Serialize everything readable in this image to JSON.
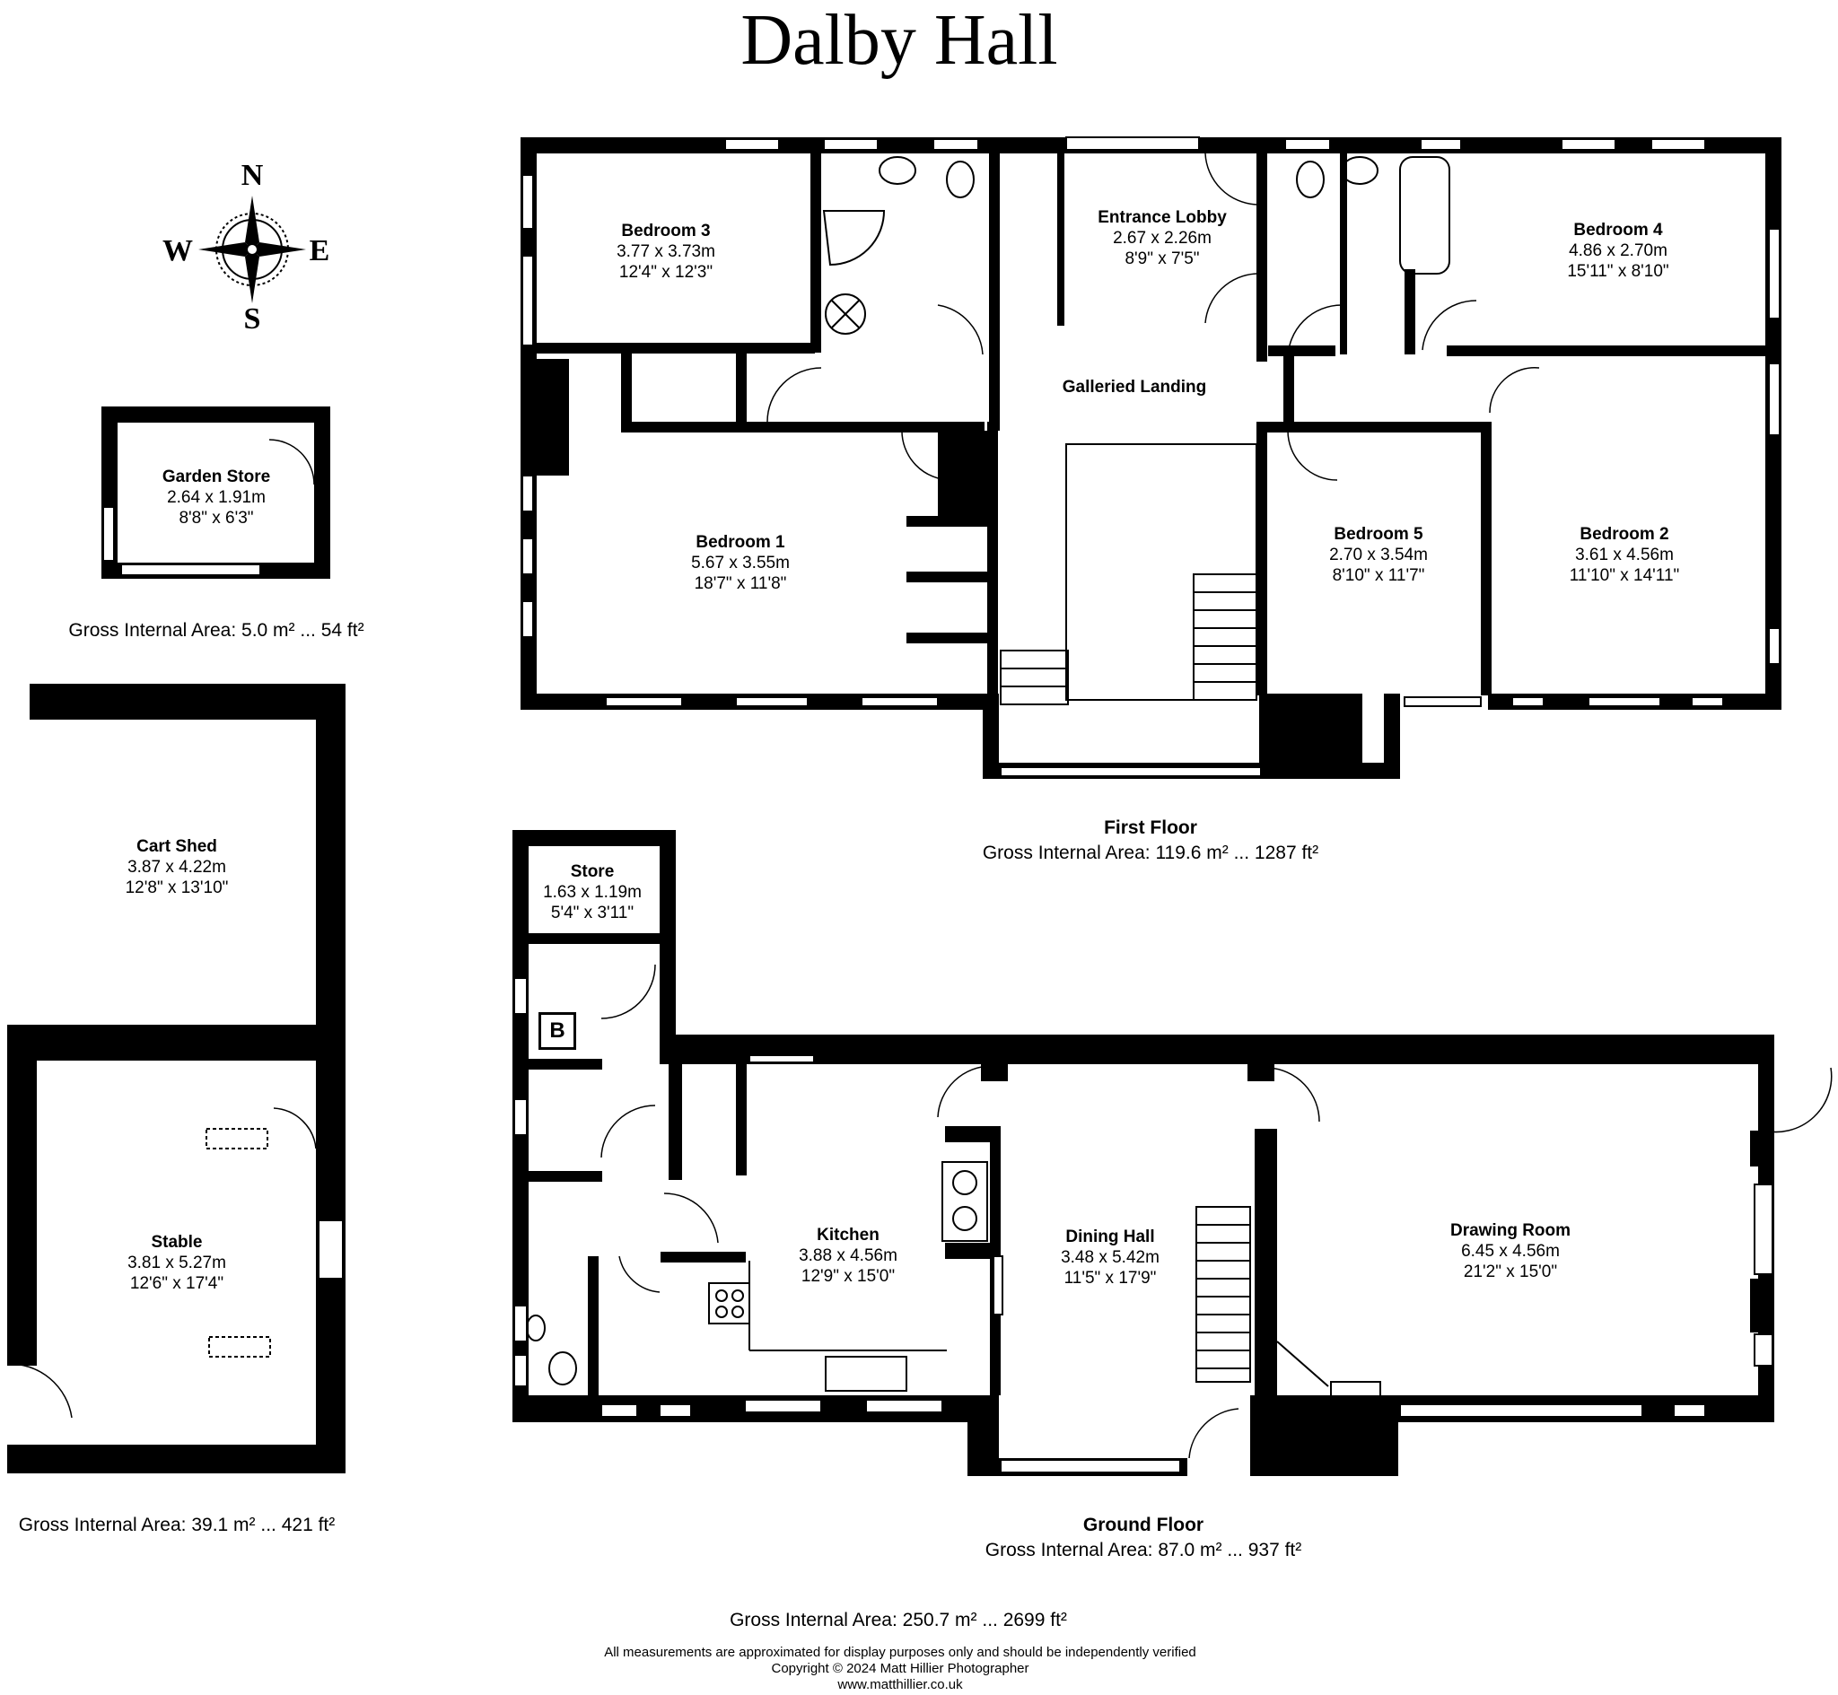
{
  "title": "Dalby Hall",
  "compass": {
    "n": "N",
    "s": "S",
    "e": "E",
    "w": "W"
  },
  "floors": {
    "first": {
      "label": "First Floor",
      "gia": "Gross Internal Area: 119.6 m² ... 1287 ft²"
    },
    "ground": {
      "label": "Ground Floor",
      "gia": "Gross Internal Area: 87.0 m² ... 937 ft²"
    }
  },
  "outbuildings": {
    "garden_store_gia": "Gross Internal Area: 5.0 m² ... 54 ft²",
    "stable_cart_gia": "Gross Internal Area: 39.1 m² ... 421 ft²"
  },
  "rooms": {
    "bedroom3": {
      "name": "Bedroom 3",
      "metric": "3.77 x 3.73m",
      "imperial": "12'4\" x 12'3\""
    },
    "entrance": {
      "name": "Entrance Lobby",
      "metric": "2.67 x 2.26m",
      "imperial": "8'9\" x 7'5\""
    },
    "bedroom4": {
      "name": "Bedroom 4",
      "metric": "4.86 x 2.70m",
      "imperial": "15'11\" x 8'10\""
    },
    "landing": {
      "name": "Galleried Landing"
    },
    "bedroom1": {
      "name": "Bedroom 1",
      "metric": "5.67 x 3.55m",
      "imperial": "18'7\" x 11'8\""
    },
    "bedroom5": {
      "name": "Bedroom 5",
      "metric": "2.70 x 3.54m",
      "imperial": "8'10\" x 11'7\""
    },
    "bedroom2": {
      "name": "Bedroom 2",
      "metric": "3.61 x 4.56m",
      "imperial": "11'10\" x 14'11\""
    },
    "garden": {
      "name": "Garden Store",
      "metric": "2.64 x 1.91m",
      "imperial": "8'8\" x 6'3\""
    },
    "cartshed": {
      "name": "Cart Shed",
      "metric": "3.87 x 4.22m",
      "imperial": "12'8\" x 13'10\""
    },
    "stable": {
      "name": "Stable",
      "metric": "3.81 x 5.27m",
      "imperial": "12'6\" x 17'4\""
    },
    "store": {
      "name": "Store",
      "metric": "1.63 x 1.19m",
      "imperial": "5'4\" x 3'11\""
    },
    "kitchen": {
      "name": "Kitchen",
      "metric": "3.88 x 4.56m",
      "imperial": "12'9\" x 15'0\""
    },
    "dining": {
      "name": "Dining Hall",
      "metric": "3.48 x 5.42m",
      "imperial": "11'5\" x 17'9\""
    },
    "drawing": {
      "name": "Drawing Room",
      "metric": "6.45 x 4.56m",
      "imperial": "21'2\" x 15'0\""
    }
  },
  "boiler_label": "B",
  "total_gia": "Gross Internal Area: 250.7 m² ... 2699 ft²",
  "footer": {
    "disclaimer": "All measurements are approximated for display purposes only and should be independently verified",
    "copyright": "Copyright © 2024 Matt Hillier Photographer",
    "website": "www.matthillier.co.uk"
  }
}
